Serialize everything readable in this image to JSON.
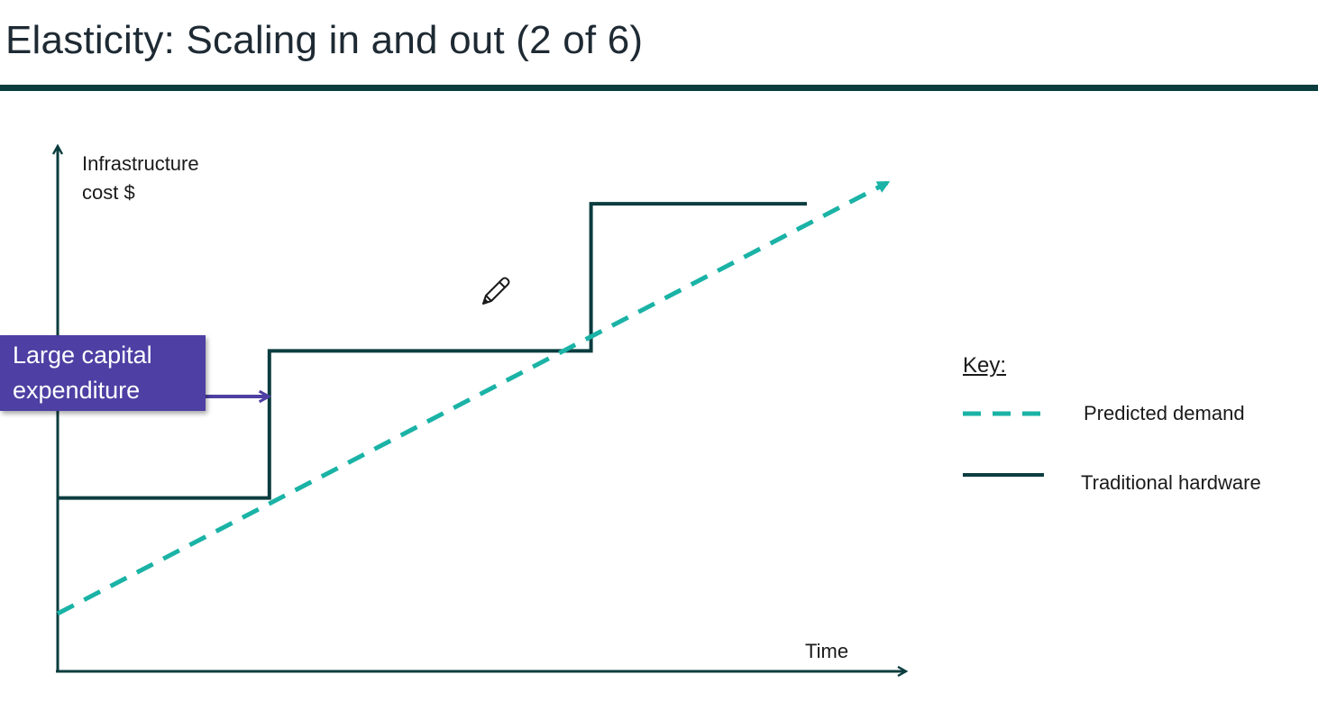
{
  "slide": {
    "title": "Elasticity: Scaling in and out (2 of 6)"
  },
  "colors": {
    "title_rule": "#0b3d3f",
    "axis": "#0b3d3f",
    "predicted_demand": "#1ab3a6",
    "traditional_hardware": "#0b3d3f",
    "callout_fill": "#4d3fa3",
    "callout_arrow": "#4d3fa3"
  },
  "annotation": {
    "text": "Large capital\nexpenditure",
    "points_to": "first step up of traditional hardware"
  },
  "legend": {
    "title": "Key:",
    "placement": "right"
  },
  "icons": {
    "cursor": "pencil-icon"
  },
  "chart_data": {
    "type": "line",
    "xlabel": "Time",
    "ylabel": "Infrastructure\ncost $",
    "xlim": [
      0,
      10
    ],
    "ylim": [
      0,
      10
    ],
    "ticks": false,
    "grid": false,
    "series": [
      {
        "name": "Predicted demand",
        "style": "dashed",
        "arrow_end": true,
        "x": [
          0,
          9.8
        ],
        "y": [
          1.1,
          9.3
        ]
      },
      {
        "name": "Traditional hardware",
        "style": "solid",
        "step": true,
        "x": [
          0,
          2.5,
          2.5,
          6.3,
          6.3,
          8.85
        ],
        "y": [
          3.3,
          3.3,
          6.1,
          6.1,
          8.9,
          8.9
        ]
      }
    ]
  }
}
